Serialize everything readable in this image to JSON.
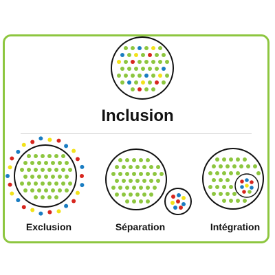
{
  "main": {
    "title": "Inclusion"
  },
  "panels": [
    {
      "label": "Exclusion"
    },
    {
      "label": "Séparation"
    },
    {
      "label": "Intégration"
    }
  ],
  "colors": {
    "frame": "#8dc63f",
    "green_dot": "#8dc63f",
    "red_dot": "#d7261e",
    "blue_dot": "#1a7dc2",
    "yellow_dot": "#f2e21a",
    "circle_outline": "#111111"
  }
}
